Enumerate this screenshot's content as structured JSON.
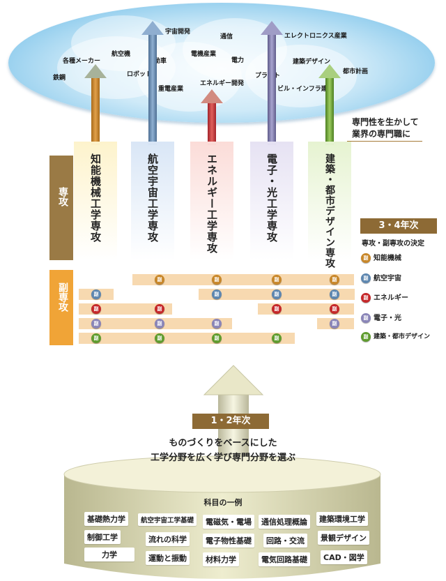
{
  "industries": [
    {
      "label": "宇宙開発"
    },
    {
      "label": "通信"
    },
    {
      "label": "エレクトロニクス産業"
    },
    {
      "label": "各種メーカー"
    },
    {
      "label": "航空機"
    },
    {
      "label": "自動車"
    },
    {
      "label": "電機産業"
    },
    {
      "label": "電力"
    },
    {
      "label": "建築デザイン"
    },
    {
      "label": "都市計画"
    },
    {
      "label": "鉄鋼"
    },
    {
      "label": "ロボット"
    },
    {
      "label": "プラント"
    },
    {
      "label": "エネルギー開発"
    },
    {
      "label": "重電産業"
    },
    {
      "label": "ビル・インフラ建設"
    }
  ],
  "career_caption": {
    "line1": "専門性を生かして",
    "line2": "業界の専門職に"
  },
  "senkou_label": "専攻",
  "fukusenkou_label": "副専攻",
  "majors": [
    {
      "name": "知能機械工学専攻",
      "color": "#c8872a",
      "bg": "#fdf1cf"
    },
    {
      "name": "航空宇宙工学専攻",
      "color": "#6f93b9",
      "bg": "#dbe8f6"
    },
    {
      "name": "エネルギー工学専攻",
      "color": "#c7383a",
      "bg": "#fbe0dc"
    },
    {
      "name": "電子・光工学専攻",
      "color": "#8a85b8",
      "bg": "#e8e4f4"
    },
    {
      "name": "建築・都市デザイン専攻",
      "color": "#6aa33a",
      "bg": "#e8f4d4"
    }
  ],
  "badge_char": "副",
  "year34": {
    "title": "3・4年次",
    "subtitle": "専攻・副専攻の決定"
  },
  "legend": [
    {
      "label": "知能機械",
      "color": "#c8872a"
    },
    {
      "label": "航空宇宙",
      "color": "#5e87b0"
    },
    {
      "label": "エネルギー",
      "color": "#c5282a"
    },
    {
      "label": "電子・光",
      "color": "#8a85b8"
    },
    {
      "label": "建築・都市デザイン",
      "color": "#5f9c2e"
    }
  ],
  "year12": {
    "title": "1・2年次",
    "line1": "ものづくりをベースにした",
    "line2": "工学分野を広く学び専門分野を選ぶ"
  },
  "subjects_title": "科目の一例",
  "subjects": [
    [
      "基礎熱力学",
      "航空宇宙工学基礎",
      "電磁気・電場",
      "通信処理概論",
      "建築環境工学"
    ],
    [
      "制御工学",
      "流れの科学",
      "電子物性基礎",
      "回路・交流",
      "景観デザイン"
    ],
    [
      "力学",
      "運動と振動",
      "材料力学",
      "電気回路基礎",
      "CAD・図学"
    ]
  ]
}
